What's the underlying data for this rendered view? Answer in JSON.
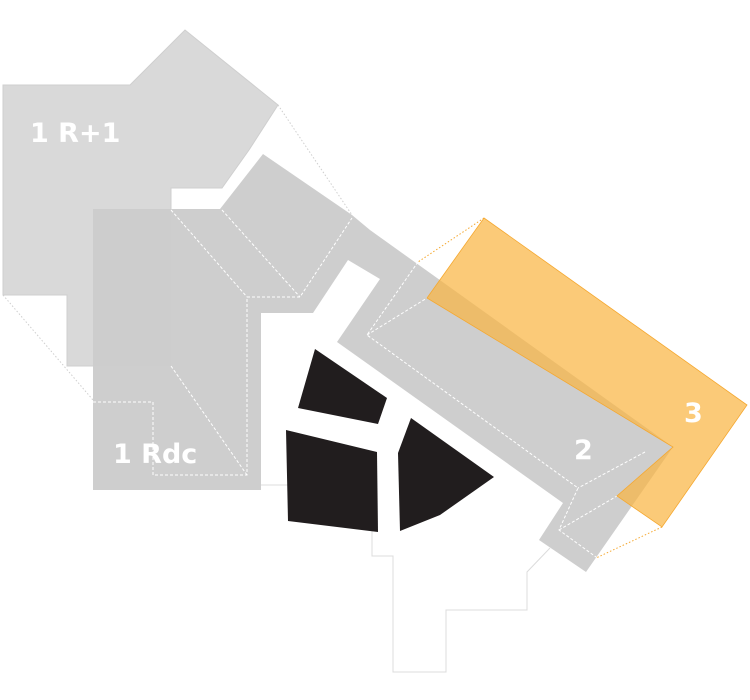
{
  "labels": {
    "level1_upper": "1 R+1",
    "level1_ground": "1 Rdc",
    "zone2": "2",
    "zone3": "3"
  },
  "colors": {
    "upper_floor": "#d9d9d9",
    "ground_floor": "#cccccc",
    "highlight": "#f9b544",
    "existing_buildings": "#211d1e",
    "outline": "#dddddd"
  }
}
